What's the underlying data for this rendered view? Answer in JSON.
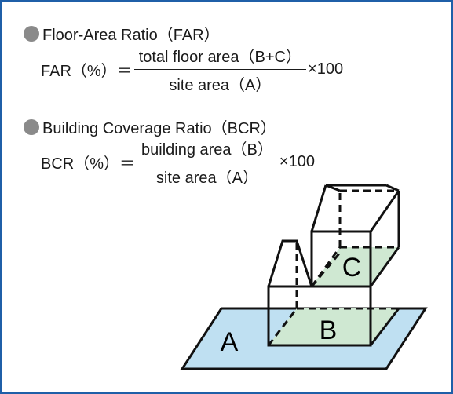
{
  "far": {
    "title": "Floor-Area Ratio（FAR）",
    "lhs": "FAR（%）＝",
    "numerator": "total floor area（B+C）",
    "denominator": "site area（A）",
    "multiplier": "×100"
  },
  "bcr": {
    "title": "Building Coverage Ratio（BCR）",
    "lhs": "BCR（%）＝",
    "numerator": "building area（B）",
    "denominator": "site area（A）",
    "multiplier": "×100"
  },
  "diagram": {
    "label_a": "A",
    "label_b": "B",
    "label_c": "C",
    "colors": {
      "border": "#1f5fa8",
      "site": "#bfe0f2",
      "floor": "#cfe8d2",
      "line": "#111111"
    }
  }
}
